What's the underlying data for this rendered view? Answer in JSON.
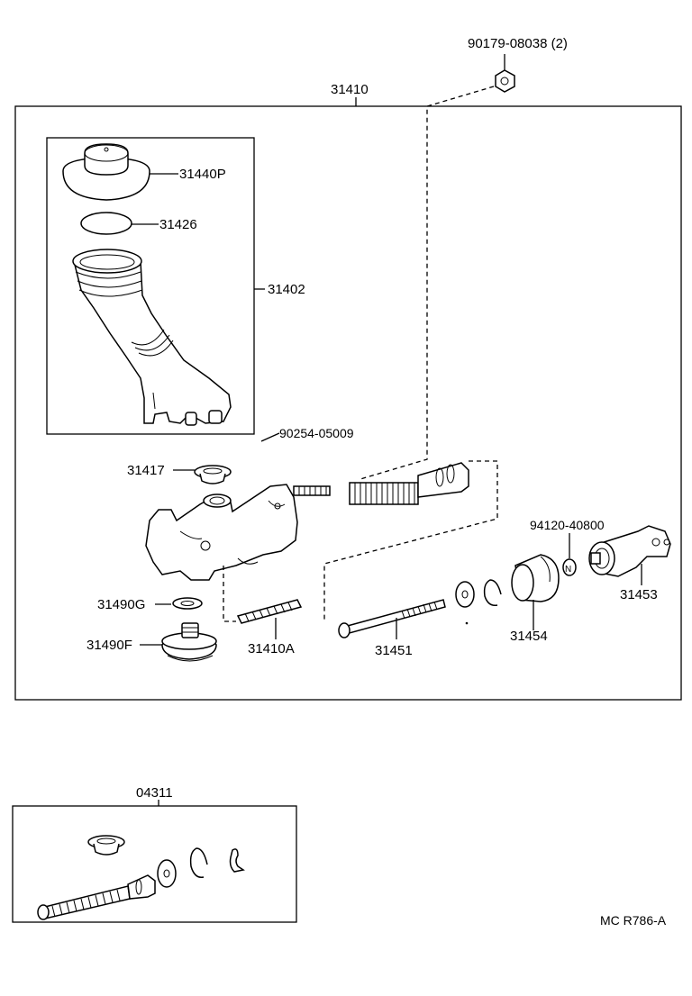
{
  "labels": {
    "nut_top": "90179-08038 (2)",
    "assembly": "31410",
    "cap": "31440P",
    "gasket": "31426",
    "reservoir": "31402",
    "pin": "90254-05009",
    "grommet": "31417",
    "washer": "31490G",
    "plug": "31490F",
    "stud": "31410A",
    "pushrod": "31451",
    "boot": "31454",
    "nut_side": "94120-40800",
    "clevis": "31453",
    "kit": "04311",
    "drawing_code": "MC R786-A"
  }
}
